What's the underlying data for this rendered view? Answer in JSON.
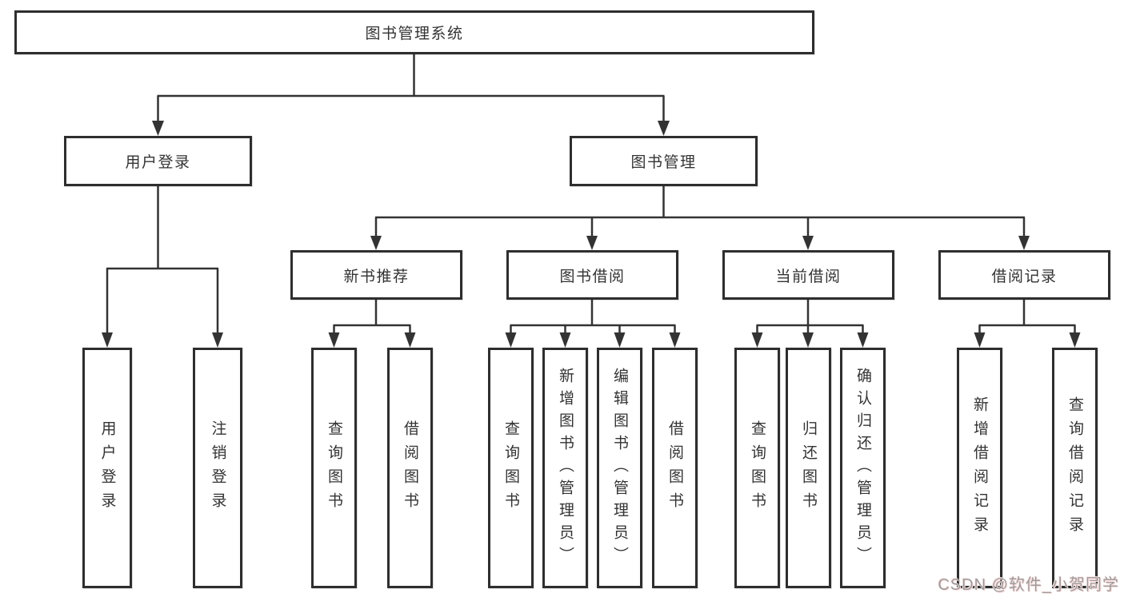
{
  "colors": {
    "line": "#333333",
    "box_border": "#2e2e2e",
    "text": "#333333",
    "watermark": "#9c9c9c"
  },
  "watermark": {
    "text": "CSDN @软件_小贺同学"
  },
  "tree": {
    "root": {
      "label": "图书管理系统"
    },
    "branches": [
      {
        "label": "用户登录",
        "children": [
          "用户登录",
          "注销登录"
        ]
      },
      {
        "label": "图书管理",
        "modules": [
          {
            "label": "新书推荐",
            "children": [
              "查询图书",
              "借阅图书"
            ]
          },
          {
            "label": "图书借阅",
            "children": [
              "查询图书",
              "新增图书（管理员）",
              "编辑图书（管理员）",
              "借阅图书"
            ]
          },
          {
            "label": "当前借阅",
            "children": [
              "查询图书",
              "归还图书",
              "确认归还（管理员）"
            ]
          },
          {
            "label": "借阅记录",
            "children": [
              "新增借阅记录",
              "查询借阅记录"
            ]
          }
        ]
      }
    ]
  }
}
